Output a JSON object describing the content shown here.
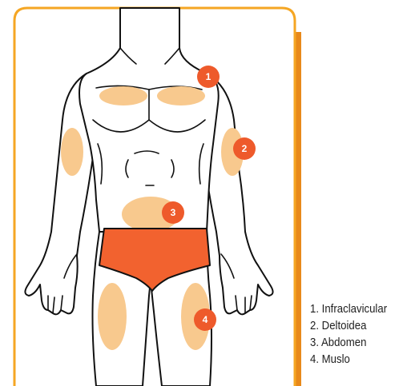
{
  "colors": {
    "frame": "#f5a623",
    "frame_shadow": "#e8891a",
    "zone": "#f8c98e",
    "garment": "#f2622f",
    "marker": "#ee5a2b",
    "outline": "#111111"
  },
  "markers": [
    {
      "label": "1",
      "zone": "infraclavicular"
    },
    {
      "label": "2",
      "zone": "deltoidea"
    },
    {
      "label": "3",
      "zone": "abdomen"
    },
    {
      "label": "4",
      "zone": "muslo"
    }
  ],
  "legend": {
    "items": [
      "1. Infraclavicular",
      "2. Deltoidea",
      "3. Abdomen",
      "4. Muslo"
    ]
  }
}
